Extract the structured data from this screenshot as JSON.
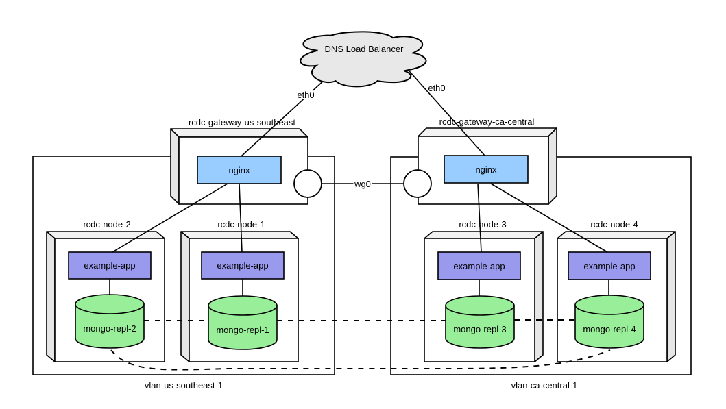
{
  "cloud": {
    "label": "DNS Load Balancer"
  },
  "interfaces": {
    "eth0_left": "eth0",
    "eth0_right": "eth0",
    "wg0": "wg0"
  },
  "gateways": [
    {
      "name": "rcdc-gateway-us-southeast",
      "service": "nginx"
    },
    {
      "name": "rcdc-gateway-ca-central",
      "service": "nginx"
    }
  ],
  "vlans": [
    {
      "name": "vlan-us-southeast-1"
    },
    {
      "name": "vlan-ca-central-1"
    }
  ],
  "nodes": [
    {
      "name": "rcdc-node-2",
      "app": "example-app",
      "db": "mongo-repl-2"
    },
    {
      "name": "rcdc-node-1",
      "app": "example-app",
      "db": "mongo-repl-1"
    },
    {
      "name": "rcdc-node-3",
      "app": "example-app",
      "db": "mongo-repl-3"
    },
    {
      "name": "rcdc-node-4",
      "app": "example-app",
      "db": "mongo-repl-4"
    }
  ],
  "colors": {
    "nginx_fill": "#99ccff",
    "app_fill": "#9999ee",
    "db_fill": "#99ee99",
    "cloud_fill": "#e8e8e8"
  }
}
